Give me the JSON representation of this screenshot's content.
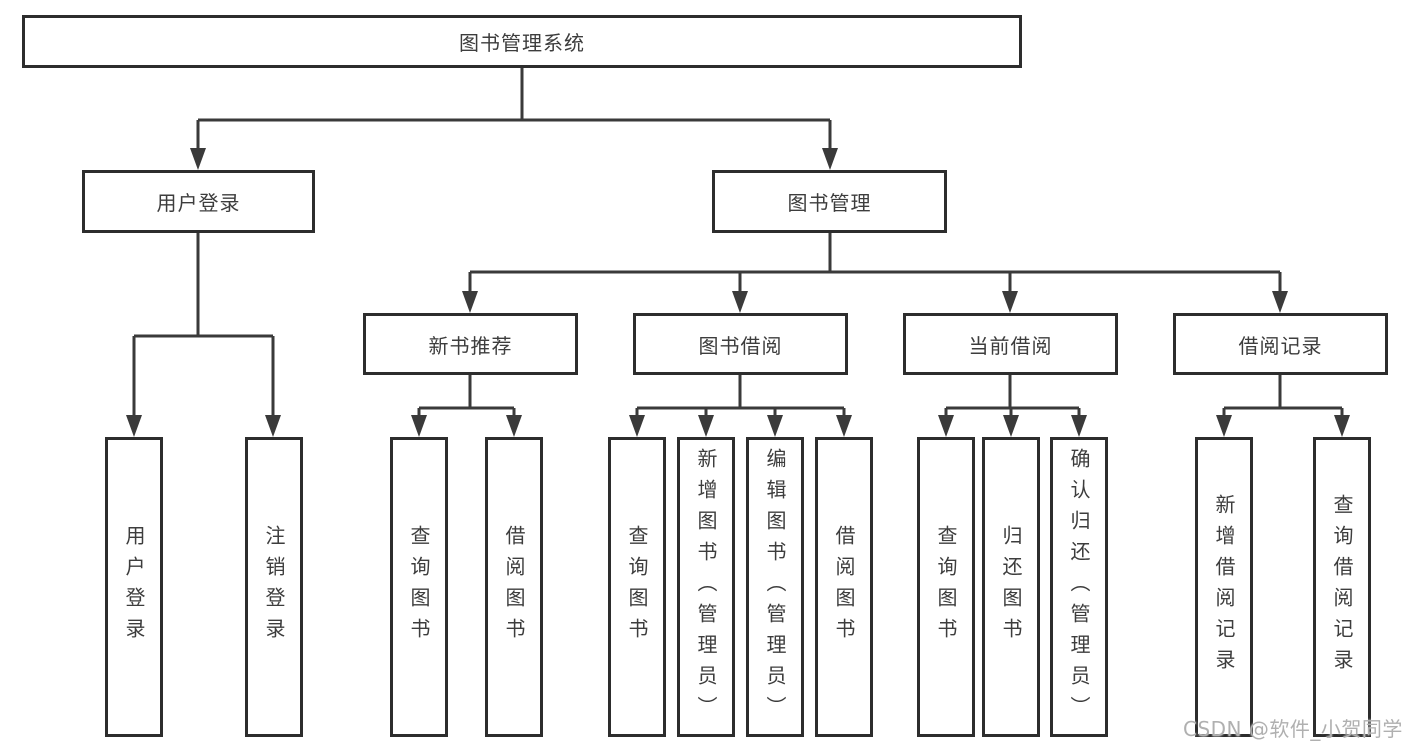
{
  "tree": {
    "label": "图书管理系统",
    "children": [
      {
        "label": "用户登录",
        "children": [
          {
            "label": "用户登录"
          },
          {
            "label": "注销登录"
          }
        ]
      },
      {
        "label": "图书管理",
        "children": [
          {
            "label": "新书推荐",
            "children": [
              {
                "label": "查询图书"
              },
              {
                "label": "借阅图书"
              }
            ]
          },
          {
            "label": "图书借阅",
            "children": [
              {
                "label": "查询图书"
              },
              {
                "label": "新增图书（管理员）"
              },
              {
                "label": "编辑图书（管理员）"
              },
              {
                "label": "借阅图书"
              }
            ]
          },
          {
            "label": "当前借阅",
            "children": [
              {
                "label": "查询图书"
              },
              {
                "label": "归还图书"
              },
              {
                "label": "确认归还（管理员）"
              }
            ]
          },
          {
            "label": "借阅记录",
            "children": [
              {
                "label": "新增借阅记录"
              },
              {
                "label": "查询借阅记录"
              }
            ]
          }
        ]
      }
    ]
  },
  "watermark": "CSDN @软件_小贺同学",
  "colors": {
    "line": "#3a3a3a",
    "box_border": "#2d2d2d",
    "text": "#3d3d3d",
    "watermark": "#b0b0b0",
    "background": "#ffffff"
  }
}
